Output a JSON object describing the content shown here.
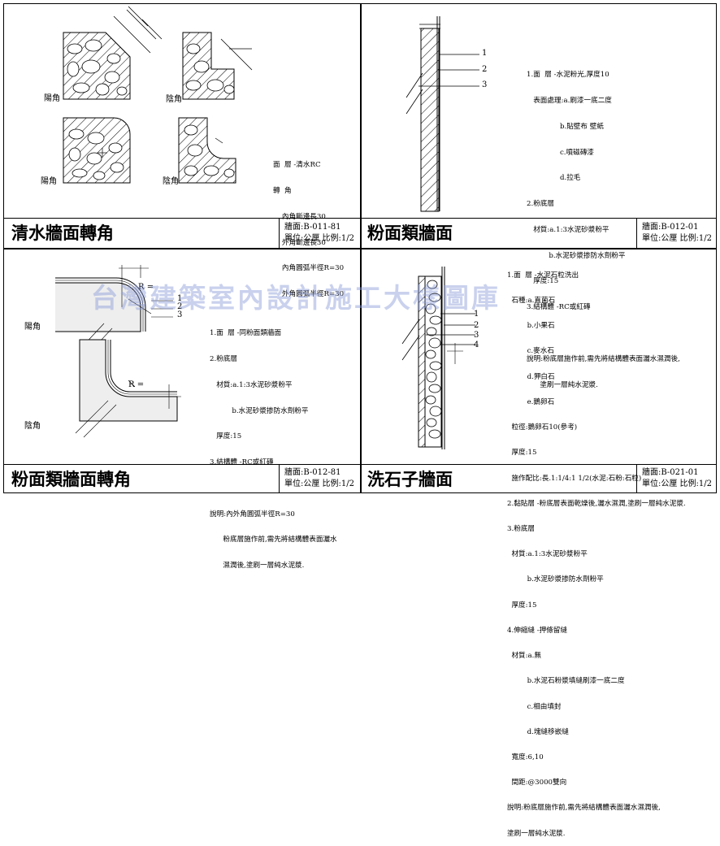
{
  "panels": {
    "p1": {
      "title": "清水牆面轉角",
      "code": "牆面:B-011-81",
      "unit": "單位:公厘 比例:1/2",
      "label_outer": "陽角",
      "label_inner": "陰角",
      "notes": [
        "面  層 -清水RC",
        "轉  角",
        "    內角斷邊長30",
        "    外角斷邊長30",
        "    內角圓弧半徑R=30",
        "    外角圓弧半徑R=30"
      ]
    },
    "p2": {
      "title": "粉面類牆面",
      "code": "牆面:B-012-01",
      "unit": "單位:公厘 比例:1/2",
      "callouts": [
        "1",
        "2",
        "3"
      ],
      "notes": [
        "1.面  層 -水泥粉光,厚度10",
        "   表面處理:a.刷漆一底二度",
        "               b.貼壁布 壁紙",
        "               c.噴磁磚漆",
        "               d.拉毛",
        "2.粉底層",
        "   材質:a.1:3水泥砂漿粉平",
        "          b.水泥砂漿掺防水劑粉平",
        "   厚度:15",
        "3.結構體 -RC或紅磚",
        "",
        "說明:粉底層施作前,需先將結構體表面灑水濕潤後,",
        "      塗刷一層純水泥漿."
      ]
    },
    "p3": {
      "title": "粉面類牆面轉角",
      "code": "牆面:B-012-81",
      "unit": "單位:公厘 比例:1/2",
      "label_outer": "陽角",
      "label_inner": "陰角",
      "r_label": "R =",
      "callouts": [
        "1",
        "2",
        "3"
      ],
      "notes": [
        "1.面  層 -同粉面類牆面",
        "2.粉底層",
        "   材質:a.1:3水泥砂漿粉平",
        "          b.水泥砂漿掺防水劑粉平",
        "   厚度:15",
        "3.結構體 -RC或紅磚",
        "",
        "說明:內外角圓弧半徑R=30",
        "      粉底層施作前,需先將結構體表面灑水",
        "      濕潤後,塗刷一層純水泥漿."
      ]
    },
    "p4": {
      "title": "洗石子牆面",
      "code": "牆面:B-021-01",
      "unit": "單位:公厘 比例:1/2",
      "callouts": [
        "1",
        "2",
        "3",
        "4"
      ],
      "notes": [
        "1.面  層 -水泥石粒洗出",
        "  石種:a.直菌石",
        "         b.小果石",
        "         c.麥水石",
        "         d.狎白石",
        "         e.鵝卵石",
        "  粒徑:鵝卵石10(參考)",
        "  厚度:15",
        "  施作配比:長.1:1/4:1 1/2(水泥:石粉:石粒)",
        "2.黏貼層 -粉底層表面乾燥後,灑水濕潤,塗刷一層純水泥漿.",
        "3.粉底層",
        "  材質:a.1:3水泥砂漿粉平",
        "         b.水泥砂漿掺防水劑粉平",
        "  厚度:15",
        "4.伸縮縫 -押條留縫",
        "  材質:a.無",
        "         b.水泥石粉漿填縫刷漆一底二度",
        "         c.相由填封",
        "         d.塊縫移嵌縫",
        "  寬度:6,10",
        "  間距:@3000雙向",
        "說明:粉底層施作前,需先將結構體表面灑水濕潤後,",
        "塗刷一層純水泥漿."
      ]
    }
  },
  "watermark": "台灣建築室內設計施工大樣圖庫"
}
